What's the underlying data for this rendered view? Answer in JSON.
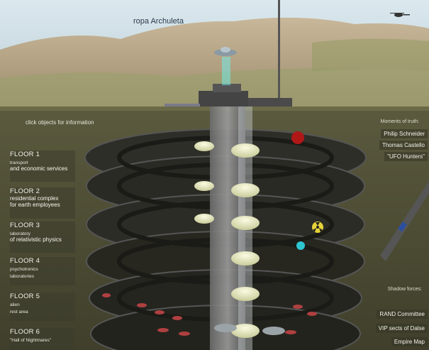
{
  "scene": {
    "mountain_label": "ropa Archuleta",
    "hint": "click objects for information"
  },
  "floors": [
    {
      "title": "FLOOR 1",
      "sub": "transport",
      "desc": "and economic services"
    },
    {
      "title": "FLOOR 2",
      "sub": "residential complex",
      "desc": "for earth employees"
    },
    {
      "title": "FLOOR 3",
      "sub": "laboratory",
      "desc": "of relativistic physics"
    },
    {
      "title": "FLOOR 4",
      "sub": "psychotronics",
      "desc": "laboratories"
    },
    {
      "title": "FLOOR 5",
      "sub": "alien",
      "desc": "rest area"
    },
    {
      "title": "FLOOR 6",
      "sub": "",
      "desc": "\"Hall of Nightmares\""
    }
  ],
  "right_panel": {
    "moments_heading": "Moments of truth:",
    "moments": [
      "Philip Schneider",
      "Thomas Castello",
      "\"UFO Hunters\""
    ],
    "shadow_heading": "Shadow forces:",
    "shadow": [
      "RAND Committee",
      "VIP sects of Dalse",
      "Empire Map"
    ]
  },
  "colors": {
    "sky": "#cfe3ea",
    "earth": "#4a4a33",
    "disc": "#2a2a24",
    "light": "#eef0c8"
  }
}
